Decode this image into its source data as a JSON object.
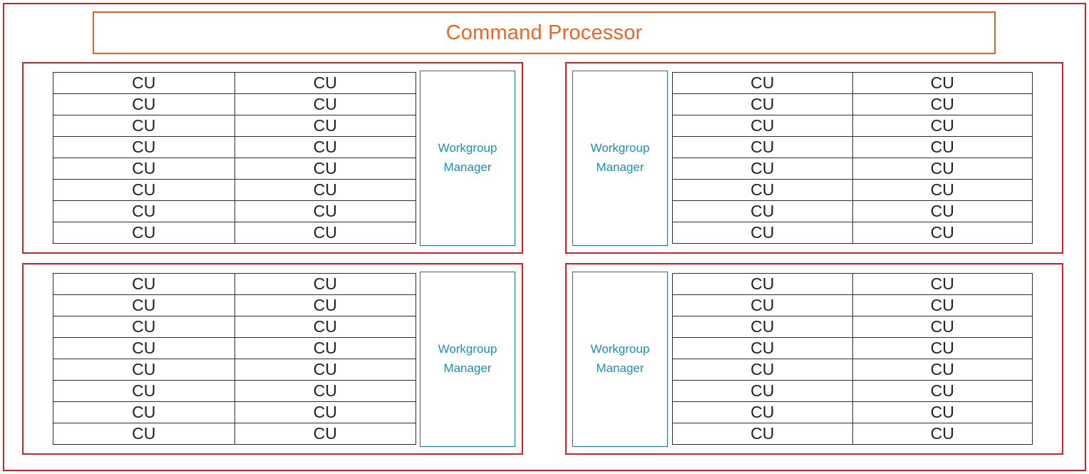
{
  "diagram": {
    "header": {
      "title": "Command Processor",
      "title_color": "#ef6425",
      "border_color": "#e8621f"
    },
    "outer_frame": {
      "border_color": "#d81f26"
    },
    "labels": {
      "cu": "CU",
      "workgroup_manager": "Workgroup\nManager"
    },
    "colors": {
      "quadrant_border": "#d81f26",
      "grid_line": "#2c2c2c",
      "cu_text": "#231f20",
      "manager_border": "#12789c",
      "manager_text": "#1c8fb5",
      "background": "#ffffff"
    },
    "quadrants": [
      {
        "id": "top-left",
        "manager_position": "right",
        "manager_label": "Workgroup\nManager",
        "grid": {
          "columns": 2,
          "rows": 8,
          "cells": [
            [
              "CU",
              "CU"
            ],
            [
              "CU",
              "CU"
            ],
            [
              "CU",
              "CU"
            ],
            [
              "CU",
              "CU"
            ],
            [
              "CU",
              "CU"
            ],
            [
              "CU",
              "CU"
            ],
            [
              "CU",
              "CU"
            ],
            [
              "CU",
              "CU"
            ]
          ]
        }
      },
      {
        "id": "top-right",
        "manager_position": "left",
        "manager_label": "Workgroup\nManager",
        "grid": {
          "columns": 2,
          "rows": 8,
          "cells": [
            [
              "CU",
              "CU"
            ],
            [
              "CU",
              "CU"
            ],
            [
              "CU",
              "CU"
            ],
            [
              "CU",
              "CU"
            ],
            [
              "CU",
              "CU"
            ],
            [
              "CU",
              "CU"
            ],
            [
              "CU",
              "CU"
            ],
            [
              "CU",
              "CU"
            ]
          ]
        }
      },
      {
        "id": "bottom-left",
        "manager_position": "right",
        "manager_label": "Workgroup\nManager",
        "grid": {
          "columns": 2,
          "rows": 8,
          "cells": [
            [
              "CU",
              "CU"
            ],
            [
              "CU",
              "CU"
            ],
            [
              "CU",
              "CU"
            ],
            [
              "CU",
              "CU"
            ],
            [
              "CU",
              "CU"
            ],
            [
              "CU",
              "CU"
            ],
            [
              "CU",
              "CU"
            ],
            [
              "CU",
              "CU"
            ]
          ]
        }
      },
      {
        "id": "bottom-right",
        "manager_position": "left",
        "manager_label": "Workgroup\nManager",
        "grid": {
          "columns": 2,
          "rows": 8,
          "cells": [
            [
              "CU",
              "CU"
            ],
            [
              "CU",
              "CU"
            ],
            [
              "CU",
              "CU"
            ],
            [
              "CU",
              "CU"
            ],
            [
              "CU",
              "CU"
            ],
            [
              "CU",
              "CU"
            ],
            [
              "CU",
              "CU"
            ],
            [
              "CU",
              "CU"
            ]
          ]
        }
      }
    ]
  }
}
